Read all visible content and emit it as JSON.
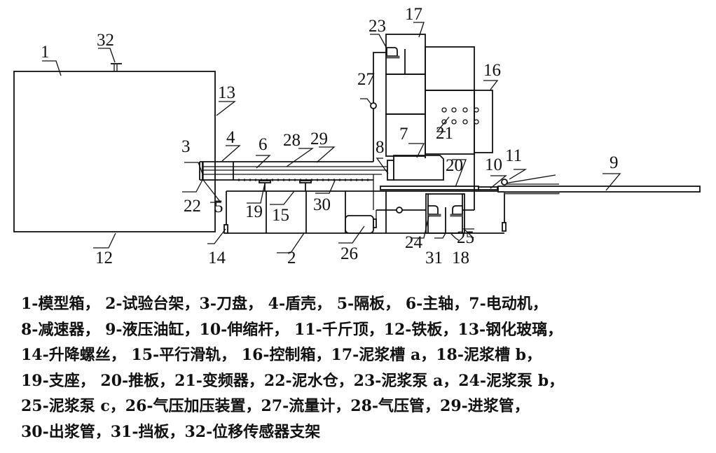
{
  "diagram": {
    "title": "Shield tunneling slurry test apparatus schematic",
    "callouts": {
      "c1": "1",
      "c2": "2",
      "c3": "3",
      "c4": "4",
      "c5": "5",
      "c6": "6",
      "c7": "7",
      "c8": "8",
      "c9": "9",
      "c10": "10",
      "c11": "11",
      "c12": "12",
      "c13": "13",
      "c14": "14",
      "c15": "15",
      "c16": "16",
      "c17": "17",
      "c18": "18",
      "c19": "19",
      "c20": "20",
      "c21": "21",
      "c22": "22",
      "c23": "23",
      "c24": "24",
      "c25": "25",
      "c26": "26",
      "c27": "27",
      "c28": "28",
      "c29": "29",
      "c30": "30",
      "c31": "31",
      "c32": "32"
    }
  },
  "legend": {
    "rows": [
      "1-模型箱， 2-试验台架，3-刀盘， 4-盾壳， 5-隔板， 6-主轴，7-电动机，",
      "8-减速器， 9-液压油缸，10-伸缩杆， 11-千斤顶，12-铁板，13-钢化玻璃，",
      "14-升降螺丝， 15-平行滑轨， 16-控制箱，17-泥浆槽 a，18-泥浆槽 b，",
      "19-支座， 20-推板，21-变频器，22-泥水仓，23-泥浆泵 a，24-泥浆泵 b，",
      "25-泥浆泵 c，26-气压加压装置，27-流量计，28-气压管，29-进浆管，",
      "30-出浆管，31-挡板，32-位移传感器支架"
    ],
    "items": [
      {
        "num": "1",
        "name": "模型箱"
      },
      {
        "num": "2",
        "name": "试验台架"
      },
      {
        "num": "3",
        "name": "刀盘"
      },
      {
        "num": "4",
        "name": "盾壳"
      },
      {
        "num": "5",
        "name": "隔板"
      },
      {
        "num": "6",
        "name": "主轴"
      },
      {
        "num": "7",
        "name": "电动机"
      },
      {
        "num": "8",
        "name": "减速器"
      },
      {
        "num": "9",
        "name": "液压油缸"
      },
      {
        "num": "10",
        "name": "伸缩杆"
      },
      {
        "num": "11",
        "name": "千斤顶"
      },
      {
        "num": "12",
        "name": "铁板"
      },
      {
        "num": "13",
        "name": "钢化玻璃"
      },
      {
        "num": "14",
        "name": "升降螺丝"
      },
      {
        "num": "15",
        "name": "平行滑轨"
      },
      {
        "num": "16",
        "name": "控制箱"
      },
      {
        "num": "17",
        "name": "泥浆槽 a"
      },
      {
        "num": "18",
        "name": "泥浆槽 b"
      },
      {
        "num": "19",
        "name": "支座"
      },
      {
        "num": "20",
        "name": "推板"
      },
      {
        "num": "21",
        "name": "变频器"
      },
      {
        "num": "22",
        "name": "泥水仓"
      },
      {
        "num": "23",
        "name": "泥浆泵 a"
      },
      {
        "num": "24",
        "name": "泥浆泵 b"
      },
      {
        "num": "25",
        "name": "泥浆泵 c"
      },
      {
        "num": "26",
        "name": "气压加压装置"
      },
      {
        "num": "27",
        "name": "流量计"
      },
      {
        "num": "28",
        "name": "气压管"
      },
      {
        "num": "29",
        "name": "进浆管"
      },
      {
        "num": "30",
        "name": "出浆管"
      },
      {
        "num": "31",
        "name": "挡板"
      },
      {
        "num": "32",
        "name": "位移传感器支架"
      }
    ]
  }
}
